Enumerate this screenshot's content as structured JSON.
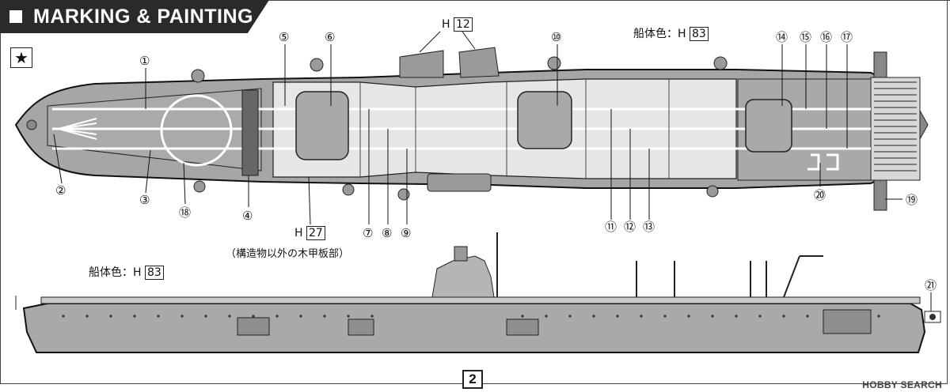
{
  "header": {
    "title": "MARKING & PAINTING"
  },
  "emblem": {
    "glyph": "★"
  },
  "top_view": {
    "h12": {
      "prefix": "H",
      "code": "12"
    },
    "hull_top": {
      "text": "船体色：H",
      "code": "83"
    },
    "deck": {
      "prefix": "H",
      "code": "27",
      "note": "（構造物以外の木甲板部）"
    }
  },
  "side_view": {
    "hull": {
      "text": "船体色：H",
      "code": "83"
    }
  },
  "callouts": [
    "①",
    "②",
    "③",
    "④",
    "⑤",
    "⑥",
    "⑦",
    "⑧",
    "⑨",
    "⑩",
    "⑪",
    "⑫",
    "⑬",
    "⑭",
    "⑮",
    "⑯",
    "⑰",
    "⑱",
    "⑲",
    "⑳",
    "㉑"
  ],
  "page": {
    "number": "2"
  },
  "watermark": {
    "text": "HOBBY SEARCH"
  },
  "colors": {
    "deck": "#e6e6e6",
    "hull": "#a9a9a9",
    "ink": "#111111",
    "header_bg": "#2a2a2a"
  }
}
